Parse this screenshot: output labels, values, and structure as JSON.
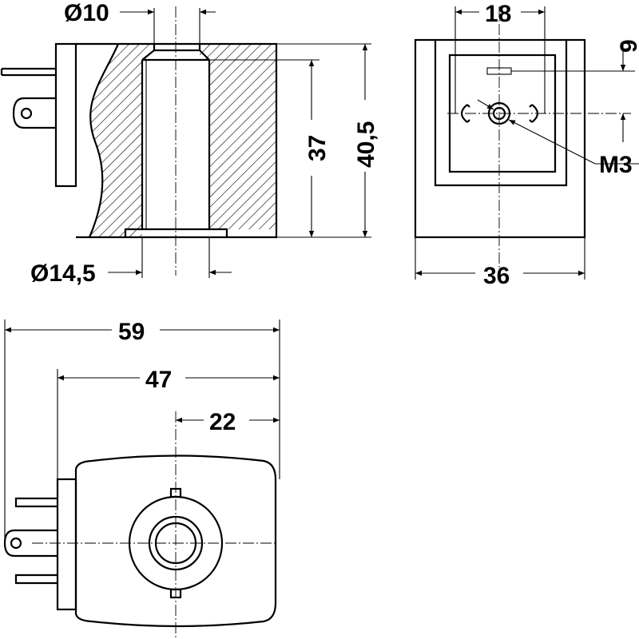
{
  "views": {
    "section": {
      "bore_diameter": "Ø10",
      "flange_diameter": "Ø14,5",
      "bore_length": "37",
      "overall_height": "40,5"
    },
    "front": {
      "pin_spacing": "18",
      "offset": "9",
      "thread": "M3",
      "width": "36"
    },
    "top": {
      "overall_length": "59",
      "body_length": "47",
      "center_offset": "22"
    }
  }
}
